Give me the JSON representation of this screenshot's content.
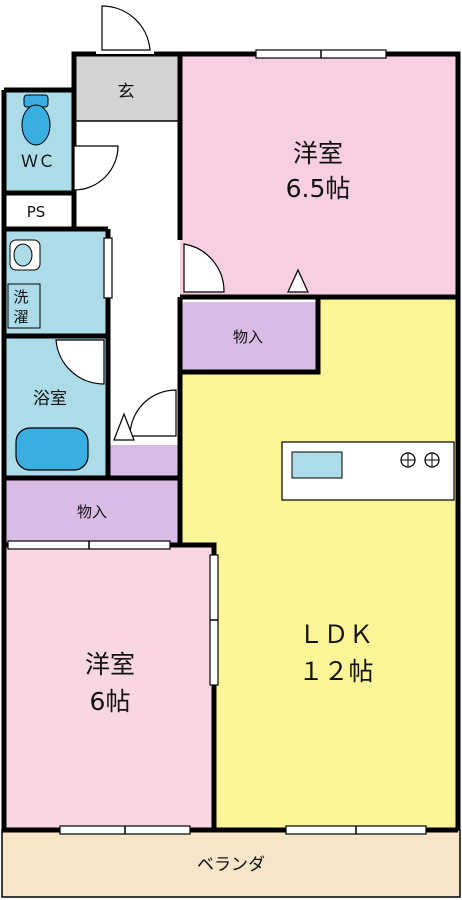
{
  "rooms": {
    "genkan": {
      "label": "玄"
    },
    "wc": {
      "label": "ＷＣ"
    },
    "ps": {
      "label": "PS"
    },
    "senmen": {
      "label_top": "洗",
      "label_bottom": "濯"
    },
    "yokushitsu": {
      "label": "浴室"
    },
    "storage_upper": {
      "label": "物入"
    },
    "storage_lower": {
      "label": "物入"
    },
    "western_room_1": {
      "name": "洋室",
      "size": "6.5帖"
    },
    "western_room_2": {
      "name": "洋室",
      "size": "6帖"
    },
    "ldk": {
      "name": "ＬＤＫ",
      "size": "１２帖"
    },
    "balcony": {
      "label": "ベランダ"
    }
  },
  "colors": {
    "western_room_1": "#f7cfe0",
    "western_room_2": "#f9d6e4",
    "ldk": "#fcf597",
    "storage": "#d9bce6",
    "water": "#acdce8",
    "genkan": "#d3d3d3",
    "balcony": "#f6e5c9",
    "fixture_blue": "#3aaee0"
  }
}
